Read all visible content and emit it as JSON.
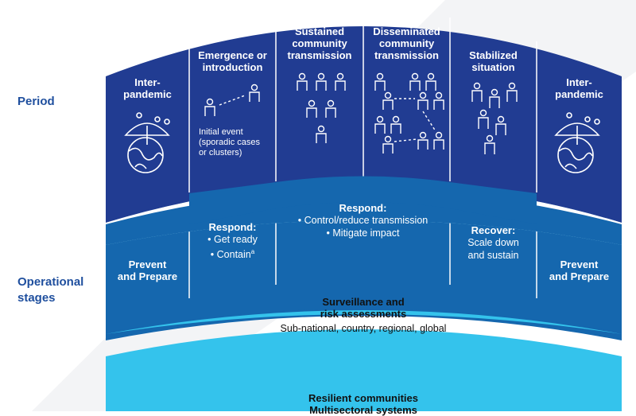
{
  "side_labels": {
    "period": "Period",
    "operational_line1": "Operational",
    "operational_line2": "stages"
  },
  "period": {
    "inter_pandemic_left": [
      "Inter-",
      "pandemic"
    ],
    "emergence": [
      "Emergence or",
      "introduction"
    ],
    "emergence_note": [
      "Initial event",
      "(sporadic cases",
      "or clusters)"
    ],
    "sustained": [
      "Sustained",
      "community",
      "transmission"
    ],
    "disseminated": [
      "Disseminated",
      "community",
      "transmission"
    ],
    "stabilized": [
      "Stabilized",
      "situation"
    ],
    "inter_pandemic_right": [
      "Inter-",
      "pandemic"
    ]
  },
  "stages": {
    "prevent_left": [
      "Prevent",
      "and Prepare"
    ],
    "respond_ready": {
      "title": "Respond:",
      "items": [
        "• Get ready",
        "• Contain"
      ],
      "superscript": "a"
    },
    "respond_control": {
      "title": "Respond:",
      "items": [
        "• Control/reduce transmission",
        "• Mitigate impact"
      ]
    },
    "recover": {
      "title": "Recover:",
      "items": [
        "Scale down",
        "and sustain"
      ]
    },
    "prevent_right": [
      "Prevent",
      "and Prepare"
    ]
  },
  "surveillance": {
    "title": [
      "Surveillance and",
      "risk assessments"
    ],
    "scope": "Sub-national, country, regional, global"
  },
  "resilient": [
    "Resilient communities",
    "Multisectoral systems"
  ],
  "colors": {
    "dark_blue": "#213c92",
    "mid_blue": "#1567ae",
    "light_blue": "#34c3ec",
    "label_blue": "#1f4f9e"
  }
}
